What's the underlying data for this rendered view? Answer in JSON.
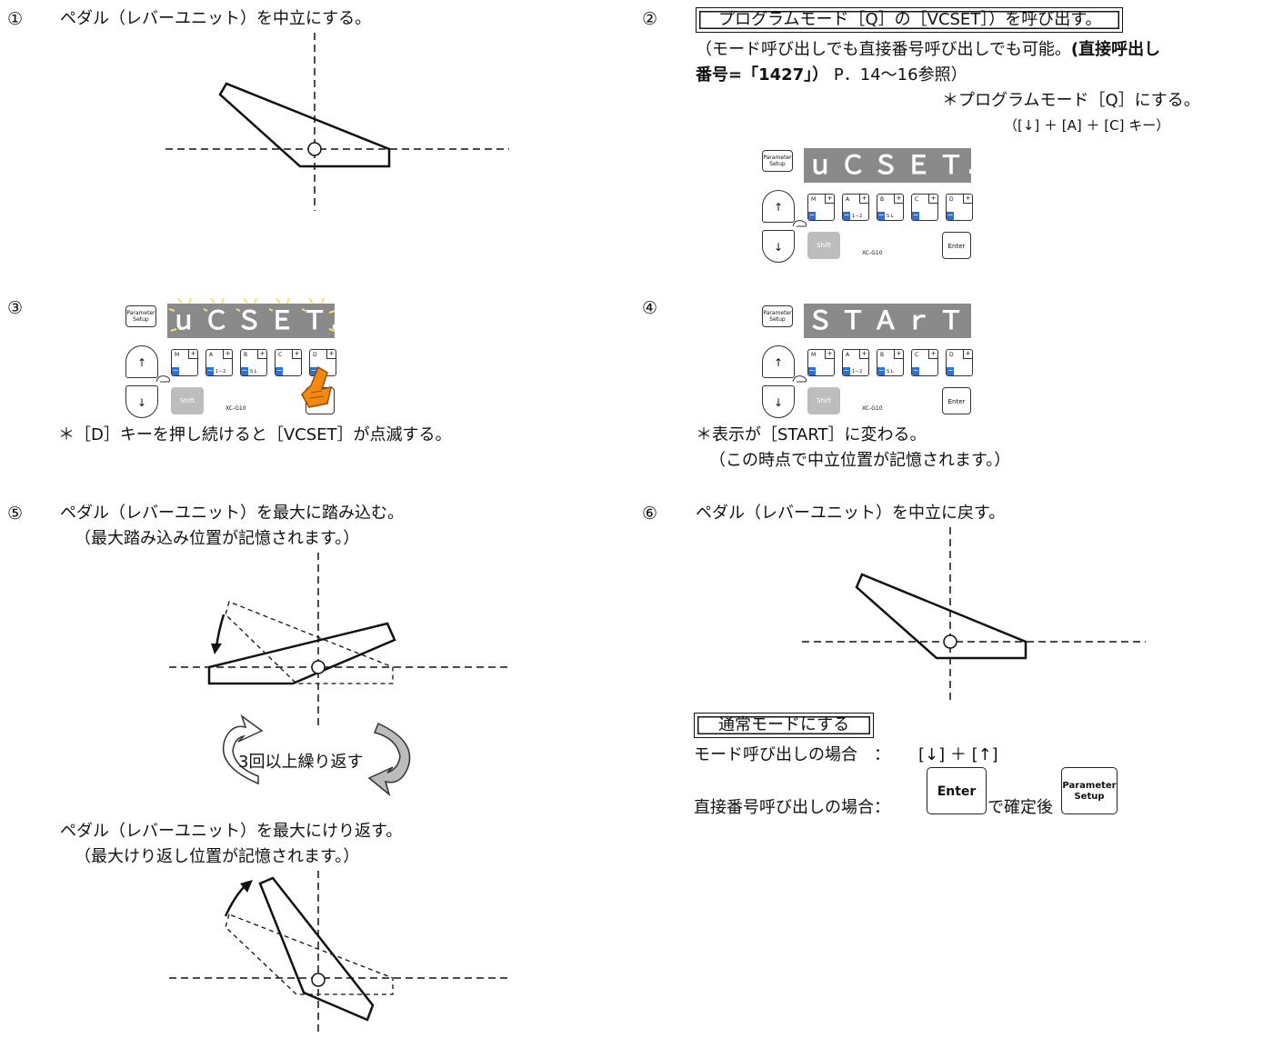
{
  "steps": {
    "s1": {
      "num": "①",
      "text": "ペダル（レバーユニット）を中立にする。"
    },
    "s2": {
      "num": "②",
      "title": "プログラムモード［Q］の［VCSET］）を呼び出す。",
      "line1_pre": "（モード呼び出しでも直接番号呼び出しでも可能。",
      "line1_bold": "(直接呼出し",
      "line2_bold": "番号=「1427」）",
      "line2_rest": " P．14～16参照）",
      "note": "＊プログラムモード［Q］にする。",
      "keys": "（[↓] ＋ [A] ＋ [C] キー）"
    },
    "s3": {
      "num": "③",
      "note": "＊［D］キーを押し続けると［VCSET］が点滅する。"
    },
    "s4": {
      "num": "④",
      "note1": "＊表示が［START］に変わる。",
      "note2": "（この時点で中立位置が記憶されます。）"
    },
    "s5": {
      "num": "⑤",
      "text1": "ペダル（レバーユニット）を最大に踏み込む。",
      "text2": "（最大踏み込み位置が記憶されます。）",
      "repeat": "3回以上繰り返す",
      "text3": "ペダル（レバーユニット）を最大にけり返す。",
      "text4": "（最大けり返し位置が記憶されます。）"
    },
    "s6": {
      "num": "⑥",
      "text": "ペダル（レバーユニット）を中立に戻す。",
      "box": "通常モードにする",
      "mode_label": "モード呼び出しの場合　：",
      "mode_keys": "[↓] ＋ [↑]",
      "direct_label": "直接番号呼び出しの場合：",
      "direct_mid": "で確定後"
    }
  },
  "panel": {
    "param_setup": "Parameter Setup",
    "vcset": [
      "ｕ",
      "Ｃ",
      "Ｓ",
      "Ｅ",
      "Ｔ."
    ],
    "start": [
      "Ｓ",
      "Ｔ",
      "Ａ",
      "ｒ",
      "Ｔ"
    ],
    "up": "↑",
    "down": "↓",
    "key_m": "M",
    "key_a": "A",
    "key_b": "B",
    "key_c": "C",
    "key_d": "D",
    "sub_a": "1－2",
    "sub_b": "S L",
    "plus": "+",
    "minus": "−",
    "shift": "Shift",
    "model": "XC-G10",
    "enter": "Enter"
  }
}
